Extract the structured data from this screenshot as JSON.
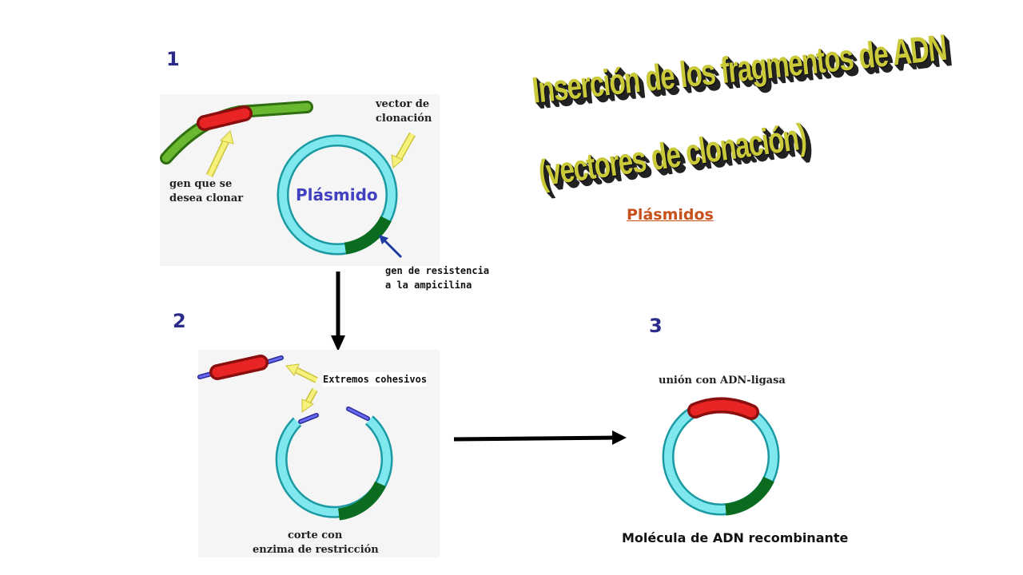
{
  "title": {
    "line1": "Inserción de los fragmentos de ADN",
    "line2": "(vectores de clonación)"
  },
  "link": {
    "label": "Plásmidos"
  },
  "steps": {
    "one": "1",
    "two": "2",
    "three": "3"
  },
  "panel1": {
    "vector_line1": "vector de",
    "vector_line2": "clonación",
    "gene_line1": "gen que se",
    "gene_line2": "desea clonar",
    "plasmid": "Plásmido",
    "resist_line1": "gen de resistencia",
    "resist_line2": "a la ampicilina"
  },
  "panel2": {
    "cohesive": "Extremos cohesivos",
    "cut_line1": "corte con",
    "cut_line2": "enzima de restricción"
  },
  "panel3": {
    "ligase": "unión con ADN-ligasa",
    "result": "Molécula de ADN recombinante"
  },
  "colors": {
    "plasmid": "#7ee8ee",
    "resistance": "#0b6b1e",
    "insert": "#e02020",
    "dna": "#5aa22a",
    "arrow_hint": "#f2ee6a",
    "sticky_end": "#4444cc"
  }
}
